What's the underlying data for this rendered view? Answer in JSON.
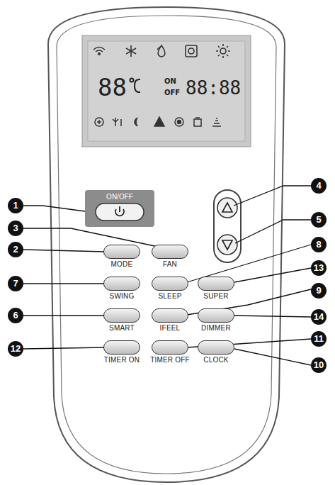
{
  "diagram": {
    "nodes": [
      {
        "text": [
          "ON/OFF"
        ]
      },
      {
        "text": [
          "MODE"
        ]
      },
      {
        "text": [
          "FAN"
        ]
      },
      {
        "text": [
          "SWING"
        ]
      },
      {
        "text": [
          "SLEEP"
        ]
      },
      {
        "text": [
          "SUPER"
        ]
      },
      {
        "text": [
          "SMART"
        ]
      },
      {
        "text": [
          "IFEEL"
        ]
      },
      {
        "text": [
          "DIMMER"
        ]
      },
      {
        "text": [
          "TIMER ON"
        ]
      },
      {
        "text": [
          "TIMER OFF"
        ]
      },
      {
        "text": [
          "CLOCK"
        ]
      }
    ],
    "labels": [
      "88",
      "ON",
      "OFF",
      "88:88",
      "1",
      "3",
      "2",
      "7",
      "6",
      "12",
      "4",
      "5",
      "8",
      "13",
      "9",
      "14",
      "11",
      "10"
    ]
  }
}
